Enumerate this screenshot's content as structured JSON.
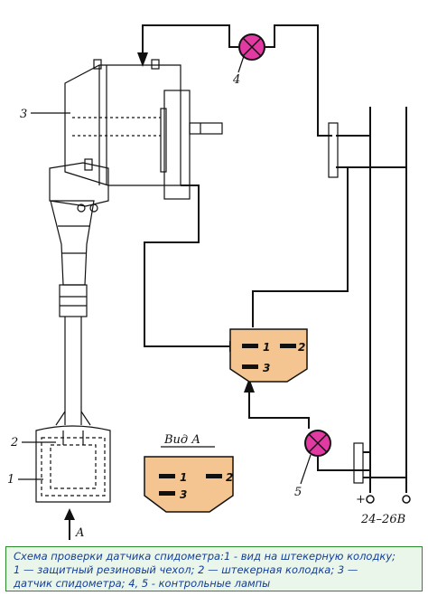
{
  "diagram": {
    "labels": {
      "sensor": "3",
      "sleeve": "2",
      "boot": "1",
      "view_arrow": "A",
      "lamp_top": "4",
      "lamp_bottom": "5",
      "view_title": "Вид А",
      "plus": "+",
      "voltage": "24–26В"
    },
    "pins": {
      "main": [
        "1",
        "2",
        "3"
      ],
      "view": [
        "1",
        "2",
        "3"
      ]
    },
    "colors": {
      "connector_fill": "#f5c591",
      "lamp_fill": "#e23aa2",
      "caption_border": "#2a8a2a",
      "caption_bg": "#eaf6ea",
      "caption_text": "#123d9c"
    }
  },
  "caption": {
    "line1": "Схема проверки датчика спидометра:1 - вид на штекерную колодку;",
    "line2": "1 — защитный резиновый чехол; 2 — штекерная колодка; 3 —",
    "line3": "датчик спидометра; 4, 5 - контрольные лампы"
  }
}
